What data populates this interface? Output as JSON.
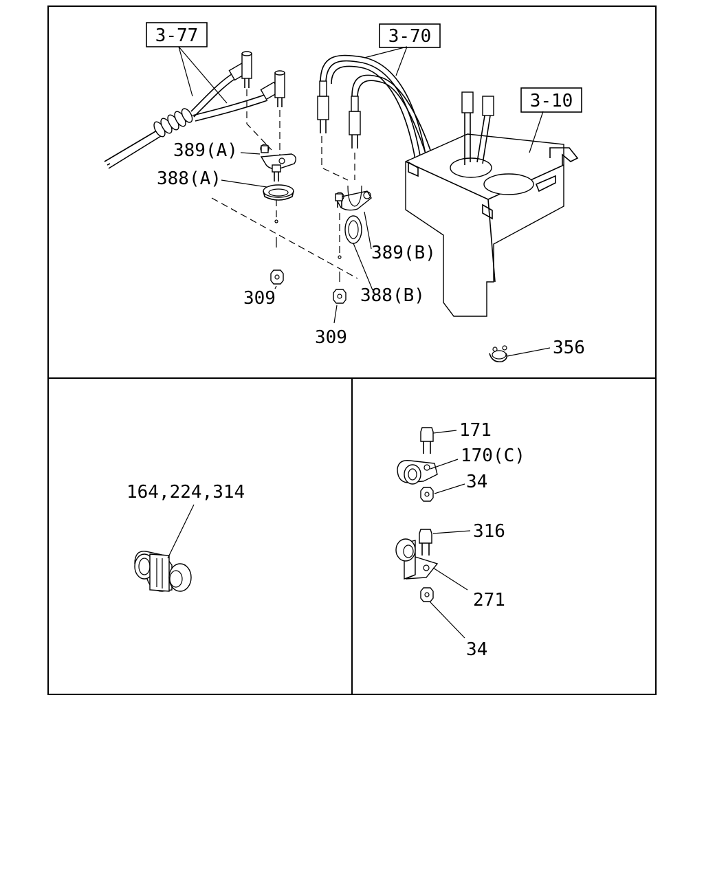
{
  "references": {
    "ref_3_77": "3-77",
    "ref_3_70": "3-70",
    "ref_3_10": "3-10"
  },
  "callouts": {
    "p389a": "389(A)",
    "p388a": "388(A)",
    "p309_left": "309",
    "p309_right": "309",
    "p389b": "389(B)",
    "p388b": "388(B)",
    "p356": "356",
    "p164_224_314": "164,224,314",
    "p171": "171",
    "p170c": "170(C)",
    "p34_top": "34",
    "p316": "316",
    "p271": "271",
    "p34_bottom": "34"
  }
}
